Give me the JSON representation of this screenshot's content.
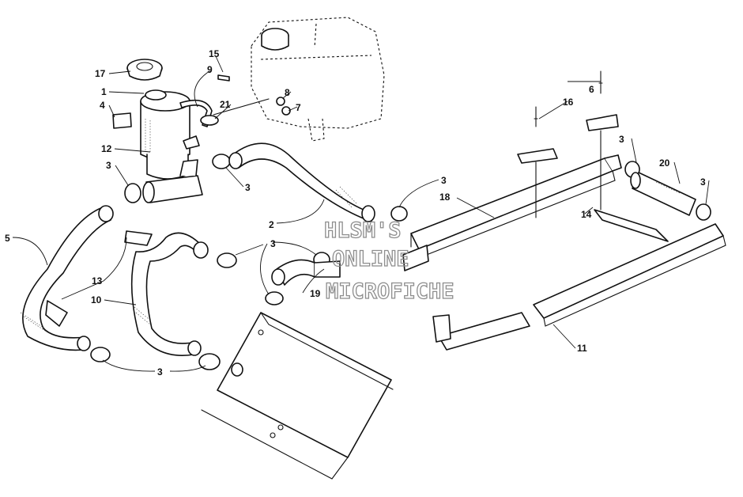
{
  "callouts": {
    "c1": "1",
    "c2": "2",
    "c3a": "3",
    "c3b": "3",
    "c3c": "3",
    "c3d": "3",
    "c3e": "3",
    "c3f": "3",
    "c3g": "3",
    "c4": "4",
    "c5": "5",
    "c6": "6",
    "c7": "7",
    "c8": "8",
    "c9": "9",
    "c10": "10",
    "c11": "11",
    "c12": "12",
    "c13": "13",
    "c14": "14",
    "c15": "15",
    "c16": "16",
    "c17": "17",
    "c18": "18",
    "c19": "19",
    "c20": "20",
    "c21": "21"
  },
  "watermark": {
    "line1": "HLSM'S",
    "line2": "ONLINE",
    "line3": "MICROFICHE"
  }
}
